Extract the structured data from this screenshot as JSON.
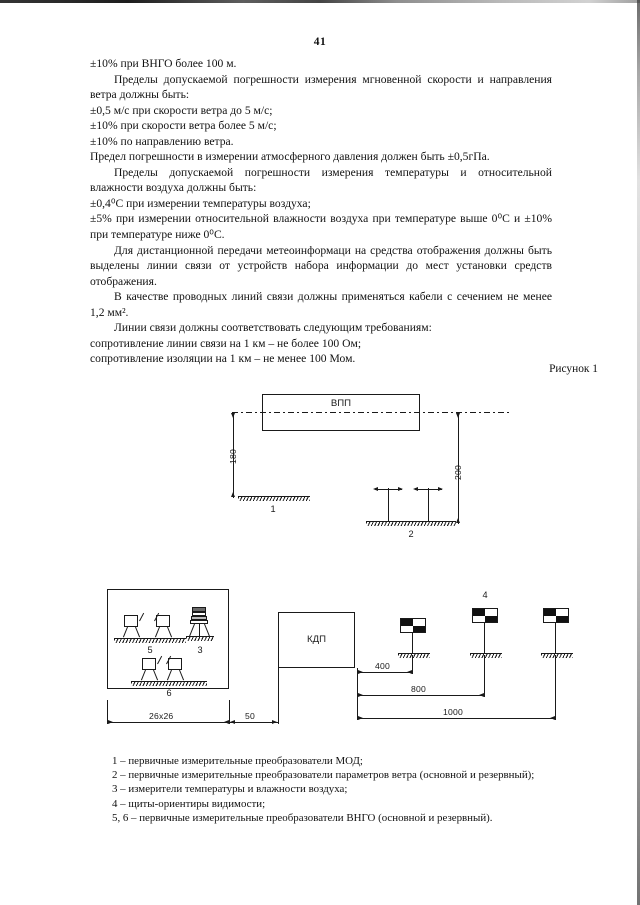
{
  "page": {
    "folio": "41"
  },
  "body": {
    "paragraphs": [
      "±10% при ВНГО более 100 м.",
      "Пределы допускаемой погрешности измерения мгновенной скорости и направления ветра должны быть:",
      "±0,5 м/с при скорости ветра до 5 м/с;",
      "±10% при скорости ветра более 5 м/с;",
      "±10% по направлению ветра.",
      "Предел погрешности в измерении атмосферного давления должен быть ±0,5гПа.",
      "Пределы допускаемой погрешности измерения температуры и относительной влажности воздуха должны быть:",
      "±0,4⁰С при измерении температуры воздуха;",
      "±5% при измерении относительной влажности воздуха при температуре выше 0⁰С и ±10% при температуре ниже 0⁰С.",
      "Для дистанционной передачи метеоинформаци на средства отображения должны быть выделены линии связи от устройств набора информации до мест установки средств отображения.",
      "В качестве проводных линий связи должны применяться кабели с сечением не менее 1,2 мм².",
      "Линии связи должны соответствовать следующим требованиям:",
      "сопротивление линии связи на 1 км – не более 100 Ом;",
      "сопротивление изоляции на 1 км – не менее 100 Мом."
    ]
  },
  "figure": {
    "caption": "Рисунок 1",
    "diagram_top": {
      "runway_label": "ВПП",
      "dimension_left": "180",
      "dimension_right": "200",
      "item_left_tag": "1",
      "item_right_tag": "2"
    },
    "diagram_bottom": {
      "compound_tags": {
        "cloud_primary": "5",
        "cloud_reserve": "6",
        "temp_humidity": "3"
      },
      "compound_dimension": "26x26",
      "gap_dimension": "50",
      "tower_label": "КДП",
      "marker_tag": "4",
      "distances": [
        "400",
        "800",
        "1000"
      ]
    }
  },
  "legend": {
    "items": [
      "1 – первичные измерительные преобразователи МОД;",
      "2 – первичные измерительные преобразователи параметров ветра (основной и резервный);",
      "3 – измерители температуры и влажности воздуха;",
      "4 – щиты-ориентиры видимости;",
      "5, 6 – первичные измерительные преобразователи ВНГО (основной и резервный)."
    ]
  },
  "colors": {
    "ink": "#1a1a1a",
    "paper": "#ffffff"
  }
}
